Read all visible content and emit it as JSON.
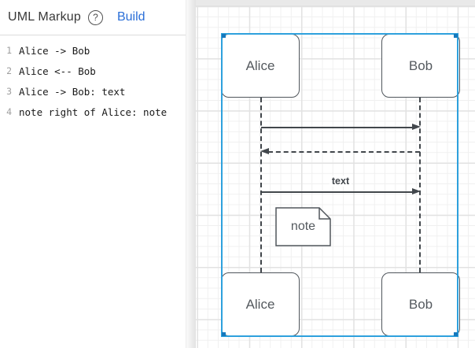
{
  "panel": {
    "title": "UML Markup",
    "help_icon": "?",
    "build_label": "Build",
    "code_lines": [
      {
        "num": "1",
        "text": "Alice -> Bob"
      },
      {
        "num": "2",
        "text": "Alice <-- Bob"
      },
      {
        "num": "3",
        "text": "Alice -> Bob: text"
      },
      {
        "num": "4",
        "text": "note right of Alice: note"
      }
    ]
  },
  "diagram": {
    "actors_top": {
      "left": "Alice",
      "right": "Bob"
    },
    "actors_bottom": {
      "left": "Alice",
      "right": "Bob"
    },
    "messages": [
      {
        "from": "Alice",
        "to": "Bob",
        "style": "solid",
        "direction": "right",
        "label": ""
      },
      {
        "from": "Bob",
        "to": "Alice",
        "style": "dashed",
        "direction": "left",
        "label": ""
      },
      {
        "from": "Alice",
        "to": "Bob",
        "style": "solid",
        "direction": "right",
        "label": "text"
      }
    ],
    "note_label": "note"
  },
  "colors": {
    "selection_blue": "#2ea1dd",
    "build_link_blue": "#2b6fd8",
    "shape_stroke": "#42474c"
  }
}
